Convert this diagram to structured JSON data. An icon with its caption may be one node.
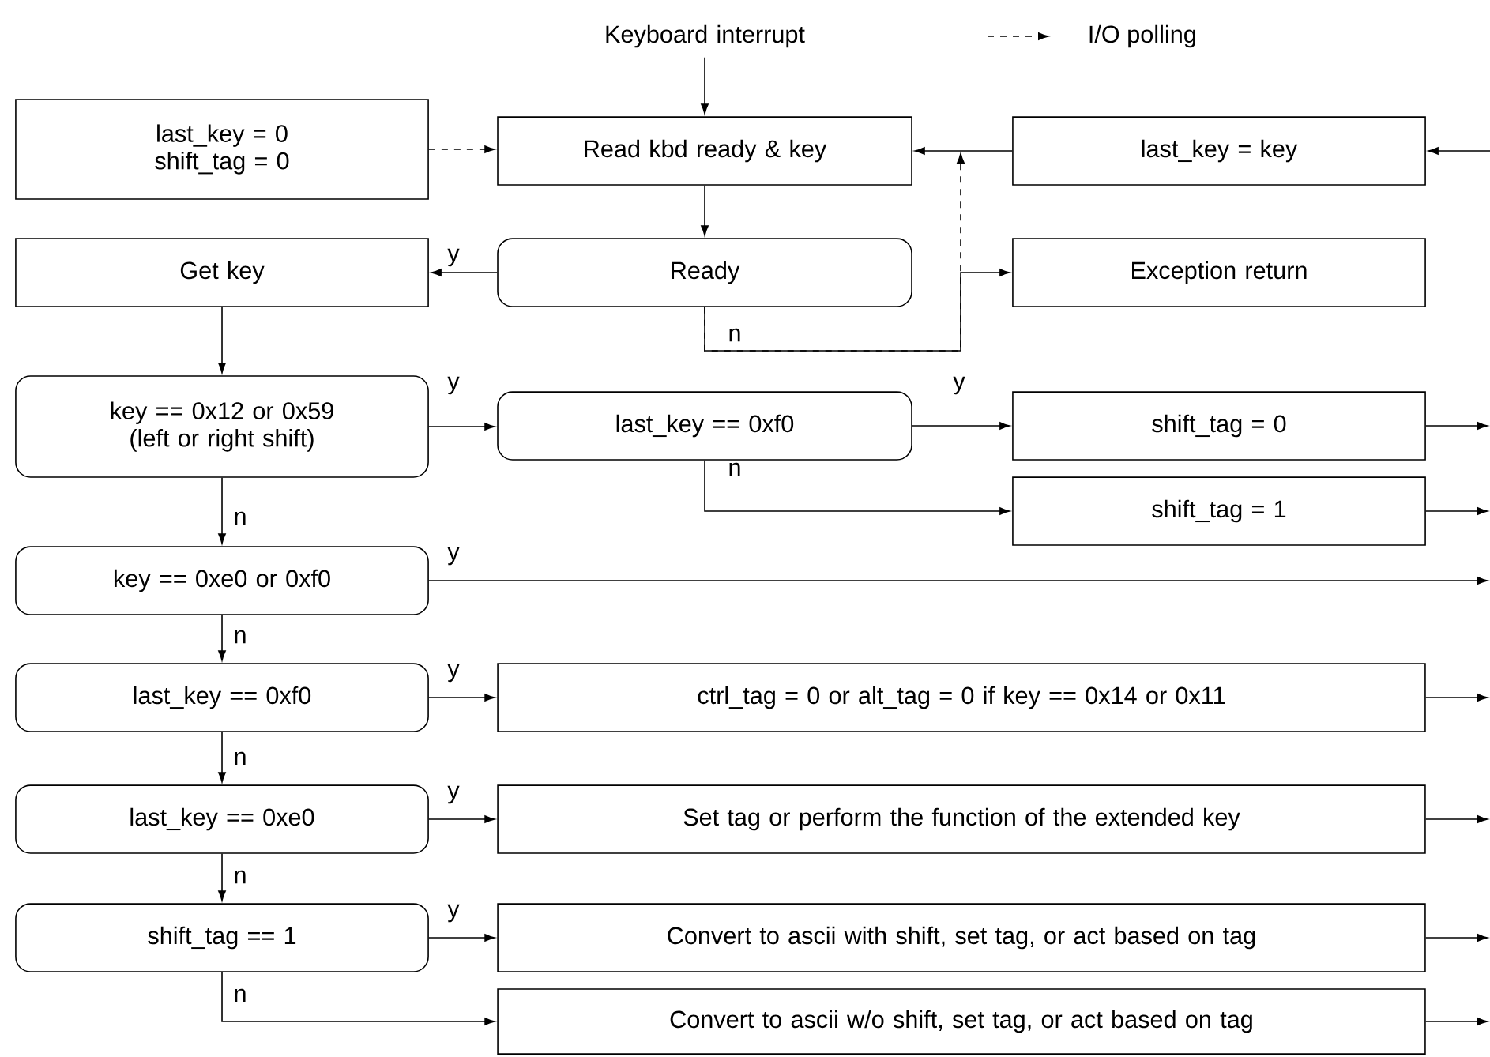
{
  "diagram": {
    "nodes": [
      {
        "text": [
          "Keyboard interrupt"
        ]
      },
      {
        "text": [
          "last_key = 0",
          "shift_tag = 0"
        ]
      },
      {
        "text": [
          "Read kbd ready & key"
        ]
      },
      {
        "text": [
          "last_key = key"
        ]
      },
      {
        "text": [
          "Get key"
        ]
      },
      {
        "text": [
          "Ready"
        ]
      },
      {
        "text": [
          "Exception return"
        ]
      },
      {
        "text": [
          "key == 0x12 or 0x59 (left or right shift)"
        ]
      },
      {
        "text": [
          "last_key == 0xf0"
        ]
      },
      {
        "text": [
          "shift_tag = 0"
        ]
      },
      {
        "text": [
          "shift_tag = 1"
        ]
      },
      {
        "text": [
          "key == 0xe0 or 0xf0"
        ]
      },
      {
        "text": [
          "last_key == 0xf0"
        ]
      },
      {
        "text": [
          "ctrl_tag = 0 or alt_tag = 0 if key == 0x14 or 0x11"
        ]
      },
      {
        "text": [
          "last_key == 0xe0"
        ]
      },
      {
        "text": [
          "Set tag or perform the function of the extended key"
        ]
      },
      {
        "text": [
          "shift_tag == 1"
        ]
      },
      {
        "text": [
          "Convert to ascii with shift, set tag, or act based on tag"
        ]
      },
      {
        "text": [
          "Convert to ascii w/o shift, set tag, or act based on tag"
        ]
      }
    ],
    "edges": [
      {
        "from": 0,
        "to": 2,
        "arrow": "to"
      },
      {
        "from": 1,
        "to": 2,
        "arrow": "to",
        "style": "dashed"
      },
      {
        "from": 3,
        "to": 2,
        "arrow": "to"
      },
      {
        "from": null,
        "to": 3,
        "arrow": "to"
      },
      {
        "from": 2,
        "to": 5,
        "arrow": "to"
      },
      {
        "from": 5,
        "to": 4,
        "arrow": "to",
        "label": "y"
      },
      {
        "from": 5,
        "to": 6,
        "arrow": "to",
        "label": "n"
      },
      {
        "from": 5,
        "to": 2,
        "arrow": "to",
        "style": "dashed"
      },
      {
        "from": 4,
        "to": 7,
        "arrow": "to"
      },
      {
        "from": 7,
        "to": 8,
        "arrow": "to",
        "label": "y"
      },
      {
        "from": 8,
        "to": 9,
        "arrow": "to",
        "label": "y"
      },
      {
        "from": 8,
        "to": 10,
        "arrow": "to",
        "label": "n"
      },
      {
        "from": 9,
        "to": null,
        "arrow": "to"
      },
      {
        "from": 10,
        "to": null,
        "arrow": "to"
      },
      {
        "from": 7,
        "to": 11,
        "arrow": "to",
        "label": "n"
      },
      {
        "from": 11,
        "to": null,
        "arrow": "to",
        "label": "y"
      },
      {
        "from": 11,
        "to": 12,
        "arrow": "to",
        "label": "n"
      },
      {
        "from": 12,
        "to": 13,
        "arrow": "to",
        "label": "y"
      },
      {
        "from": 13,
        "to": null,
        "arrow": "to"
      },
      {
        "from": 12,
        "to": 14,
        "arrow": "to",
        "label": "n"
      },
      {
        "from": 14,
        "to": 15,
        "arrow": "to",
        "label": "y"
      },
      {
        "from": 15,
        "to": null,
        "arrow": "to"
      },
      {
        "from": 14,
        "to": 16,
        "arrow": "to",
        "label": "n"
      },
      {
        "from": 16,
        "to": 17,
        "arrow": "to",
        "label": "y"
      },
      {
        "from": 17,
        "to": null,
        "arrow": "to"
      },
      {
        "from": 16,
        "to": 18,
        "arrow": "to",
        "label": "n"
      },
      {
        "from": 18,
        "to": null,
        "arrow": "to"
      }
    ],
    "legend": [
      {
        "text": "I/O polling"
      }
    ]
  }
}
